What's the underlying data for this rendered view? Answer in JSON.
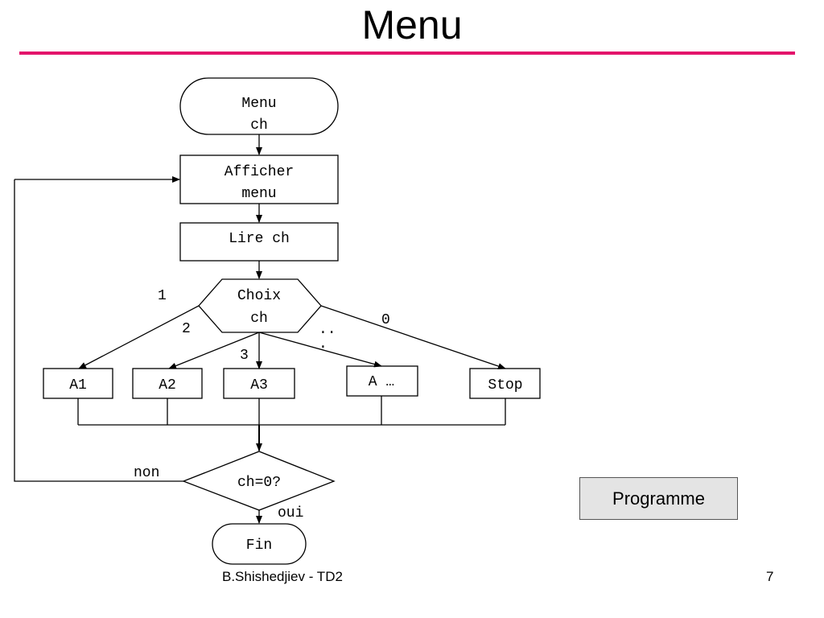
{
  "title": "Menu",
  "accent_color": "#e3146b",
  "flowchart": {
    "start": [
      "Menu",
      "ch"
    ],
    "display": [
      "Afficher",
      "menu"
    ],
    "read": "Lire ch",
    "choice": [
      "Choix",
      "ch"
    ],
    "branch_labels": {
      "one": "1",
      "two": "2",
      "three": "3",
      "dots_top": "..",
      "dots_bottom": ".",
      "zero": "0"
    },
    "actions": {
      "a1": "A1",
      "a2": "A2",
      "a3": "A3",
      "a_more": "A …",
      "stop": "Stop"
    },
    "test": "ch=0?",
    "no_label": "non",
    "yes_label": "oui",
    "end": "Fin"
  },
  "program_button": "Programme",
  "footer": {
    "author": "B.Shishedjiev - TD2",
    "page": "7"
  }
}
